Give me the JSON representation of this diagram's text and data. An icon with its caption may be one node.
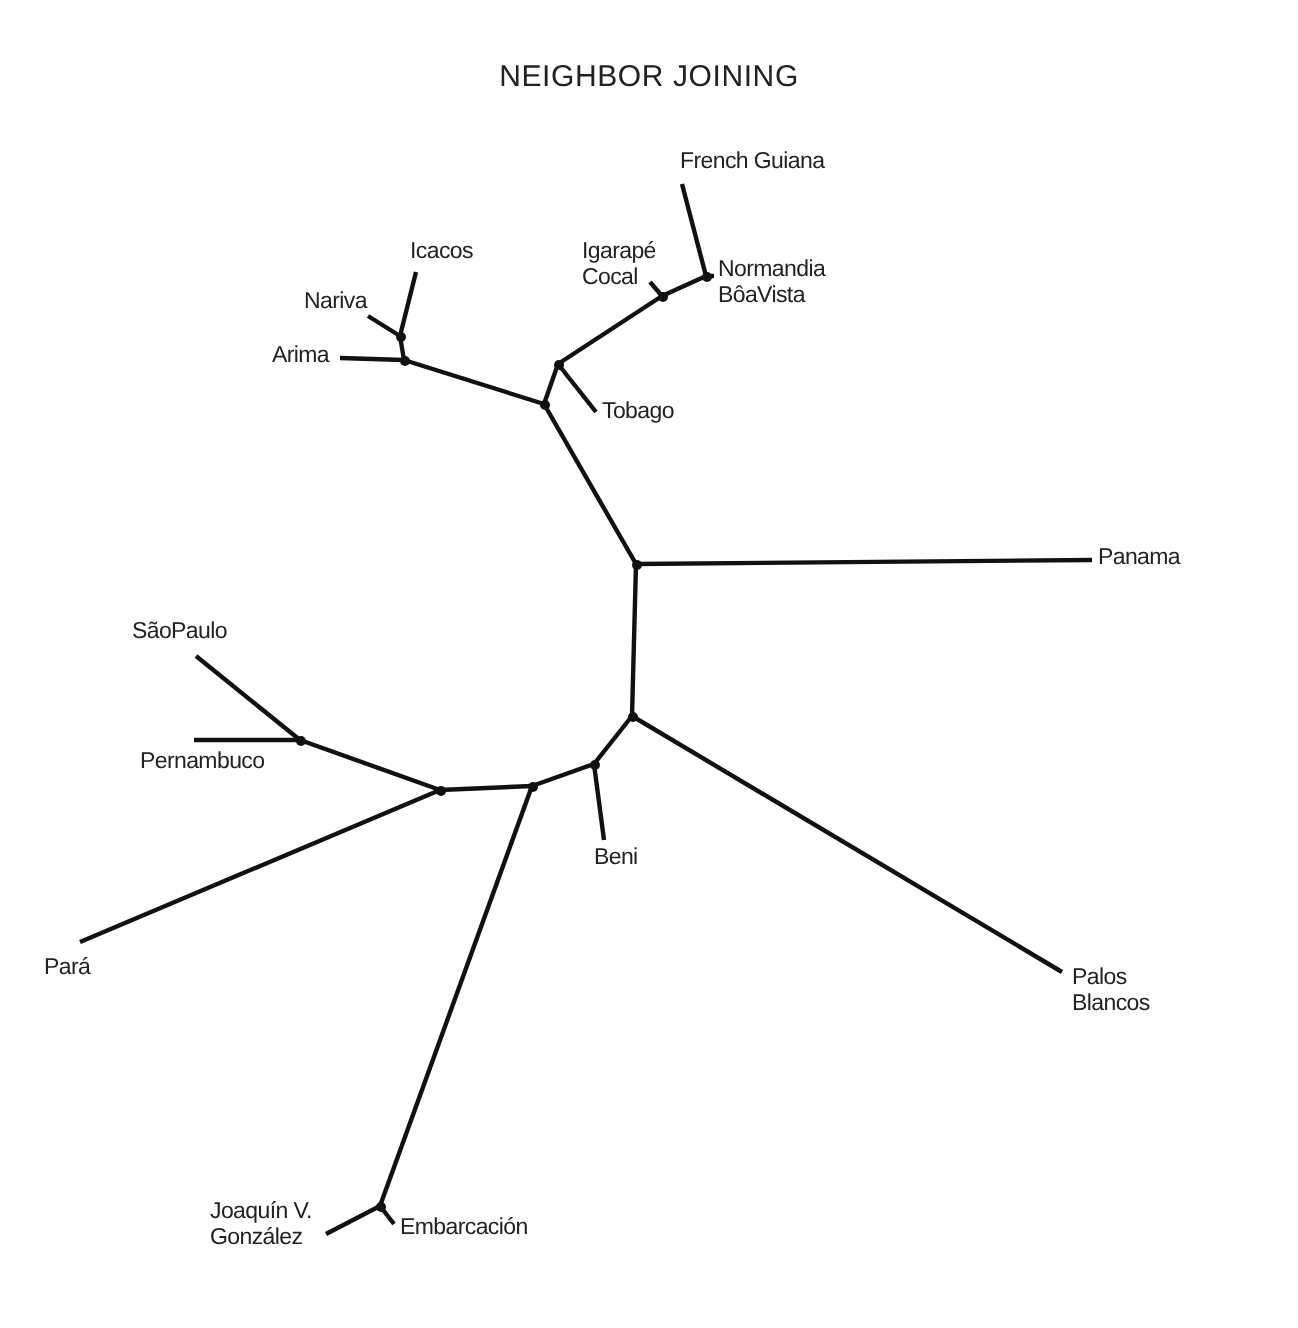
{
  "diagram": {
    "title": "NEIGHBOR JOINING",
    "nodes": [
      {
        "text": [
          "French Guiana"
        ]
      },
      {
        "text": [
          "Icacos"
        ]
      },
      {
        "text": [
          "Igarapé Cocal"
        ]
      },
      {
        "text": [
          "Normandia BôaVista"
        ]
      },
      {
        "text": [
          "Nariva"
        ]
      },
      {
        "text": [
          "Arima"
        ]
      },
      {
        "text": [
          "Tobago"
        ]
      },
      {
        "text": [
          "Panama"
        ]
      },
      {
        "text": [
          "SãoPaulo"
        ]
      },
      {
        "text": [
          "Pernambuco"
        ]
      },
      {
        "text": [
          "Beni"
        ]
      },
      {
        "text": [
          "Pará"
        ]
      },
      {
        "text": [
          "Palos Blancos"
        ]
      },
      {
        "text": [
          "Joaquín V. González"
        ]
      },
      {
        "text": [
          "Embarcación"
        ]
      },
      {
        "text": [],
        "shape": "point"
      },
      {
        "text": [],
        "shape": "point"
      },
      {
        "text": [],
        "shape": "point"
      },
      {
        "text": [],
        "shape": "point"
      },
      {
        "text": [],
        "shape": "point"
      },
      {
        "text": [],
        "shape": "point"
      },
      {
        "text": [],
        "shape": "point"
      },
      {
        "text": [],
        "shape": "point"
      },
      {
        "text": [],
        "shape": "point"
      },
      {
        "text": [],
        "shape": "point"
      },
      {
        "text": [],
        "shape": "point"
      },
      {
        "text": [],
        "shape": "point"
      },
      {
        "text": [],
        "shape": "point"
      }
    ],
    "edges": [
      {
        "from": 15,
        "to": 0,
        "arrow": "none"
      },
      {
        "from": 15,
        "to": 3,
        "arrow": "none"
      },
      {
        "from": 16,
        "to": 15,
        "arrow": "none"
      },
      {
        "from": 16,
        "to": 2,
        "arrow": "none"
      },
      {
        "from": 19,
        "to": 16,
        "arrow": "none"
      },
      {
        "from": 19,
        "to": 6,
        "arrow": "none"
      },
      {
        "from": 20,
        "to": 19,
        "arrow": "none"
      },
      {
        "from": 18,
        "to": 17,
        "arrow": "none"
      },
      {
        "from": 17,
        "to": 4,
        "arrow": "none"
      },
      {
        "from": 17,
        "to": 1,
        "arrow": "none"
      },
      {
        "from": 18,
        "to": 5,
        "arrow": "none"
      },
      {
        "from": 20,
        "to": 18,
        "arrow": "none"
      },
      {
        "from": 20,
        "to": 21,
        "arrow": "none"
      },
      {
        "from": 21,
        "to": 7,
        "arrow": "none"
      },
      {
        "from": 21,
        "to": 22,
        "arrow": "none"
      },
      {
        "from": 22,
        "to": 12,
        "arrow": "none"
      },
      {
        "from": 22,
        "to": 24,
        "arrow": "none"
      },
      {
        "from": 24,
        "to": 10,
        "arrow": "none"
      },
      {
        "from": 24,
        "to": 25,
        "arrow": "none"
      },
      {
        "from": 25,
        "to": 27,
        "arrow": "none"
      },
      {
        "from": 27,
        "to": 13,
        "arrow": "none"
      },
      {
        "from": 27,
        "to": 14,
        "arrow": "none"
      },
      {
        "from": 25,
        "to": 26,
        "arrow": "none"
      },
      {
        "from": 26,
        "to": 11,
        "arrow": "none"
      },
      {
        "from": 26,
        "to": 23,
        "arrow": "none"
      },
      {
        "from": 23,
        "to": 8,
        "arrow": "none"
      },
      {
        "from": 23,
        "to": 9,
        "arrow": "none"
      }
    ]
  }
}
